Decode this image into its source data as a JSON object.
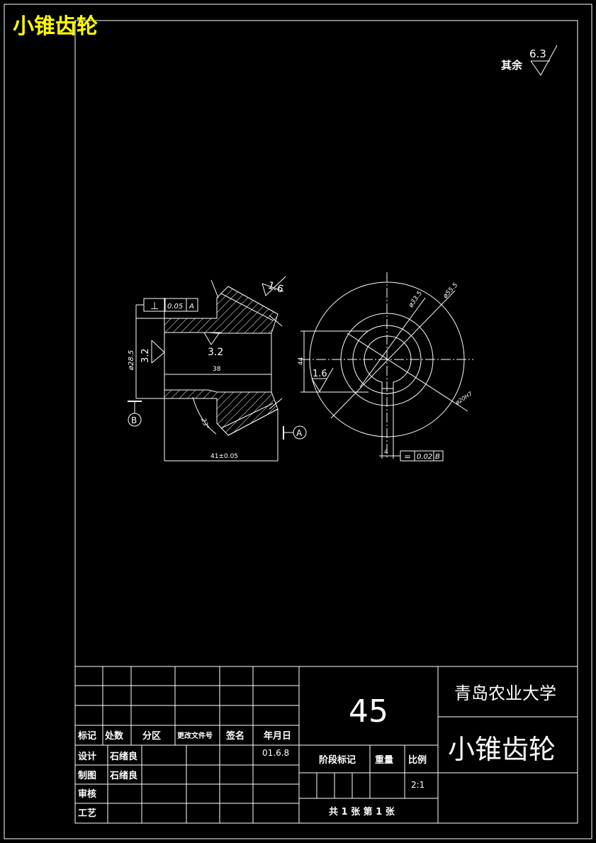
{
  "header": {
    "drawing_title": "小锥齿轮",
    "title_color": "#ffff00"
  },
  "roughness": {
    "others_label": "其余",
    "others_value": "6.3",
    "cone_value": "1.6",
    "bore_value_side": "3.2",
    "bore_value_inner": "3.2",
    "right_view_value": "1.6"
  },
  "left_view": {
    "tolerance_frame": {
      "symbol": "⊥",
      "value": "0.05",
      "datum": "A"
    },
    "diameter_label": "ø28.5",
    "length_label": "38",
    "total_length_label": "41±0.05",
    "angle_label": "23°",
    "datum_b": "B",
    "datum_a": "A"
  },
  "right_view": {
    "dim_outer": "ø55.5",
    "dim_mid": "ø33.5",
    "dim_bore": "ø20H7",
    "dim_height": "44",
    "keyway_width": "4",
    "tolerance_frame": {
      "symbol": "=",
      "value": "0.02",
      "datum": "B"
    }
  },
  "title_block": {
    "material": "45",
    "school": "青岛农业大学",
    "part_name": "小锥齿轮",
    "headers": {
      "mark": "标记",
      "count": "处数",
      "zone": "分区",
      "doc_no": "更改文件号",
      "signature": "签名",
      "date": "年月日"
    },
    "rows": {
      "design_label": "设计",
      "design_name": "石绪良",
      "design_date": "01.6.8",
      "draw_label": "制图",
      "draw_name": "石绪良",
      "review_label": "审核",
      "process_label": "工艺"
    },
    "stage_label": "阶段标记",
    "weight_label": "重量",
    "scale_label": "比例",
    "scale_value": "2:1",
    "sheet_info": "共 1 张 第 1 张"
  }
}
